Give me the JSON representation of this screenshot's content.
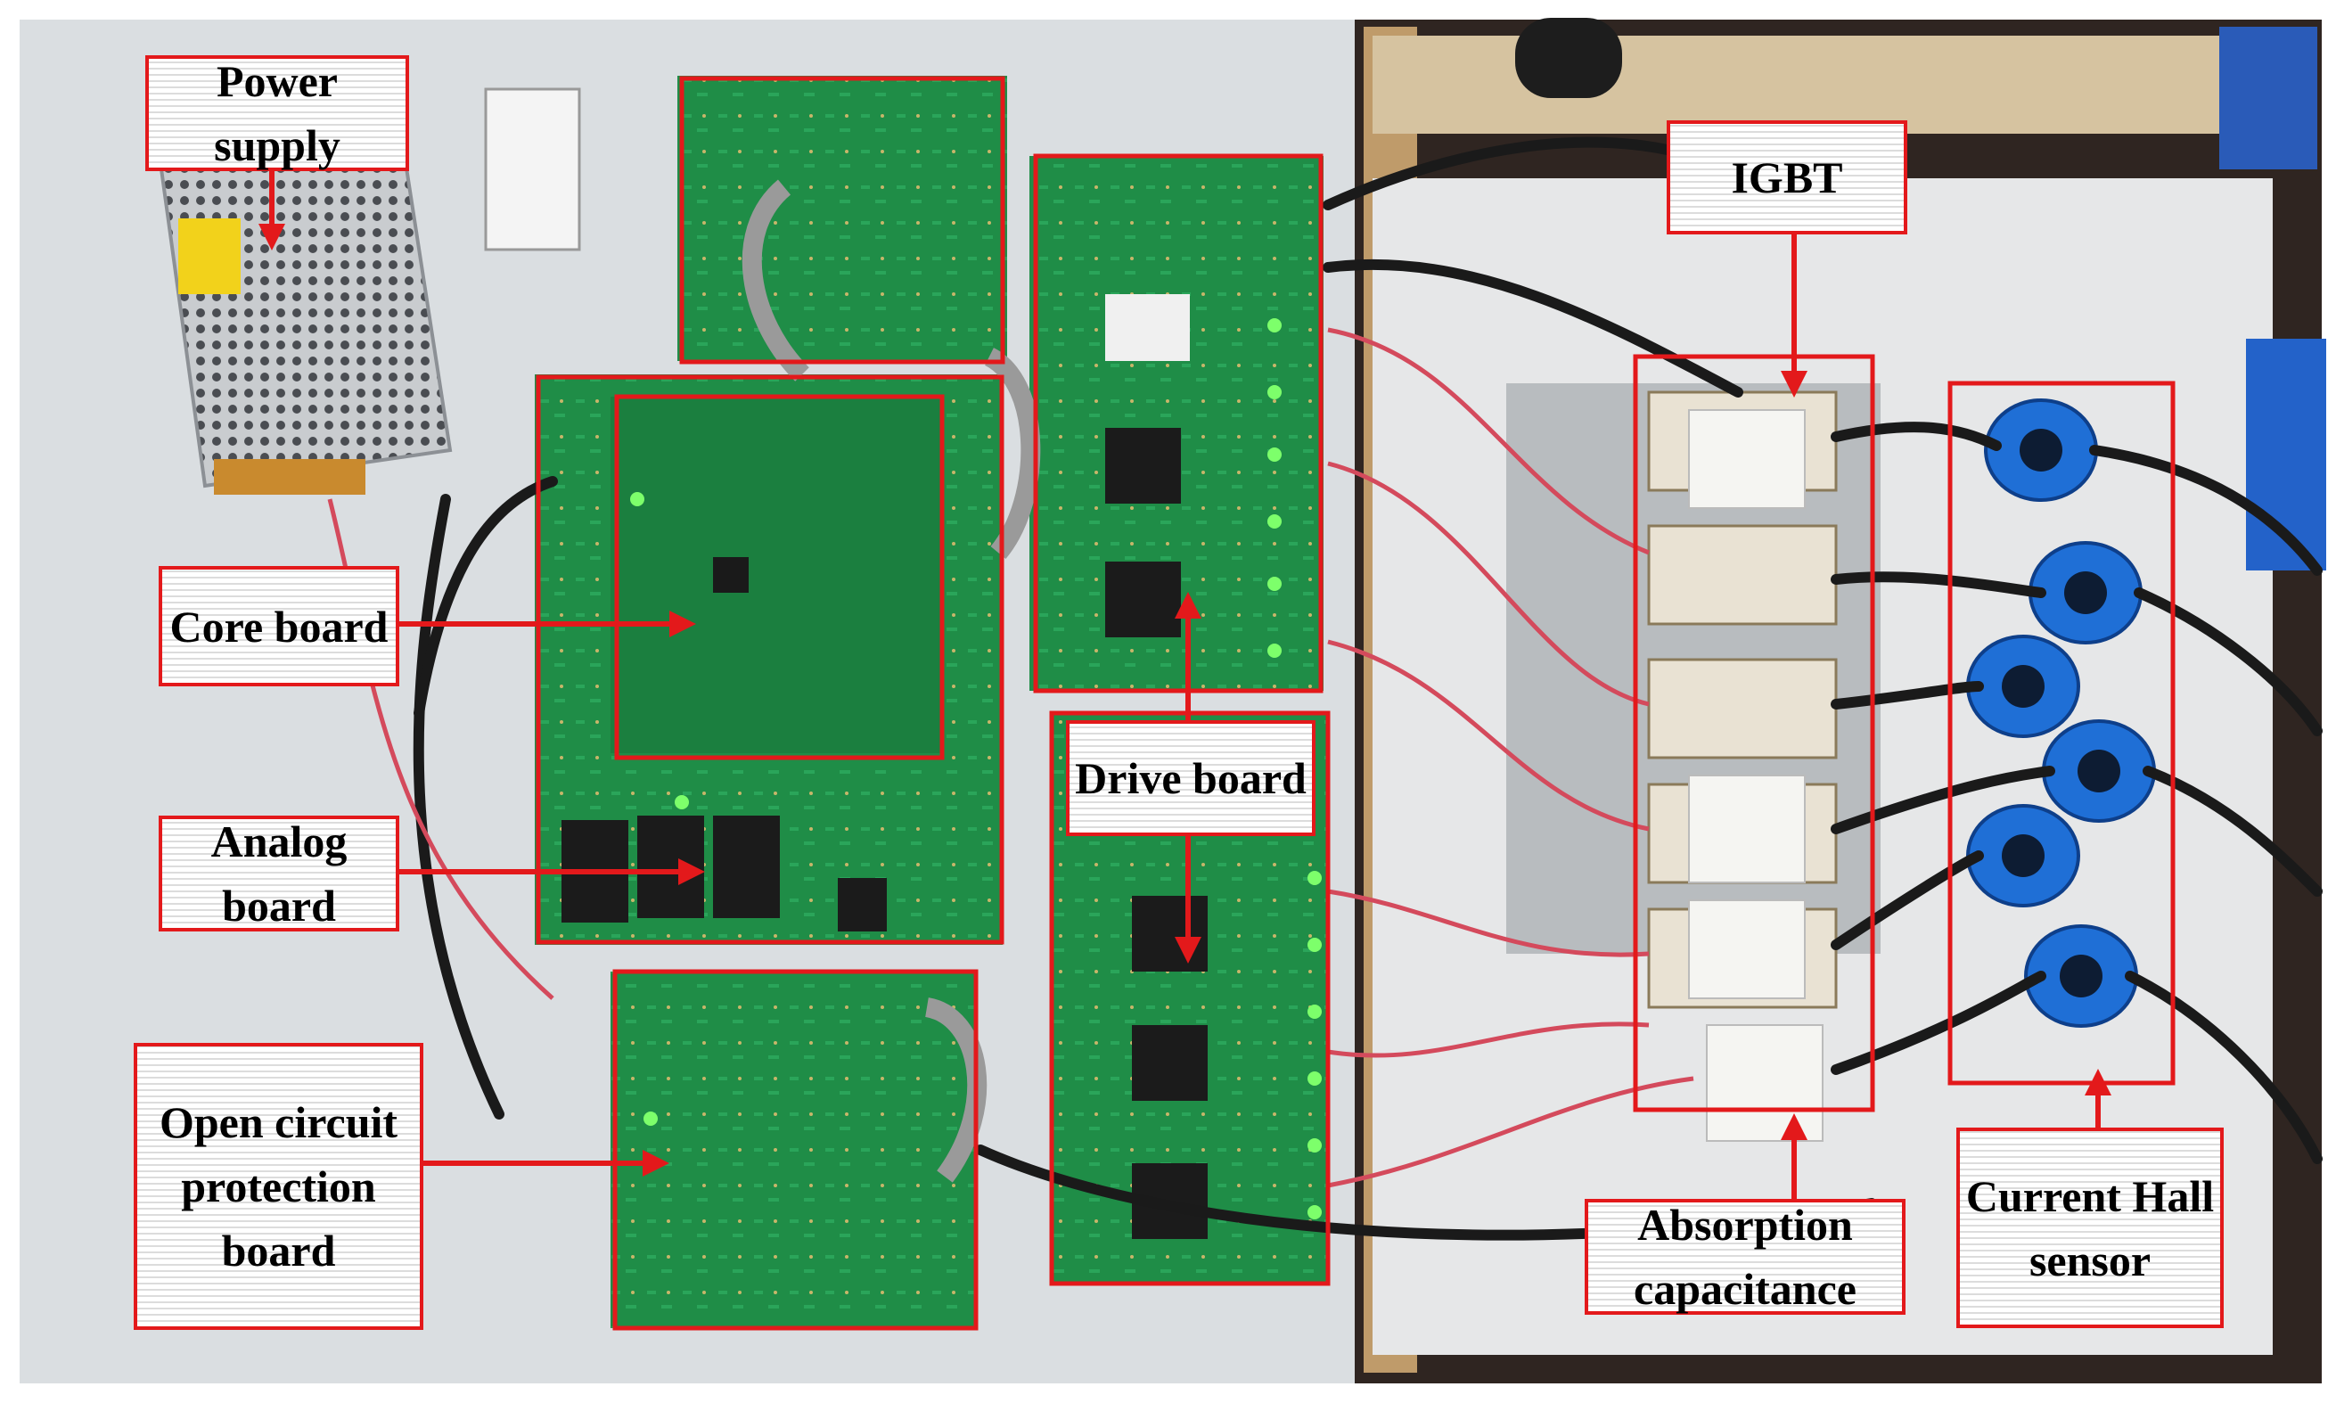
{
  "labels": {
    "power_supply": "Power supply",
    "core_board": "Core board",
    "analog_board": "Analog board",
    "open_circuit_board": "Open circuit protection board",
    "drive_board": "Drive board",
    "igbt": "IGBT",
    "absorption_capacitance": "Absorption capacitance",
    "current_hall_sensor": "Current Hall sensor"
  },
  "colors": {
    "annotation": "#e3191b",
    "pcb": "#1d8a45",
    "table": "#d9dde0",
    "wooden_frame": "#3a2a22",
    "hall_sensor": "#1f6fd6",
    "led": "#7dff6b"
  }
}
